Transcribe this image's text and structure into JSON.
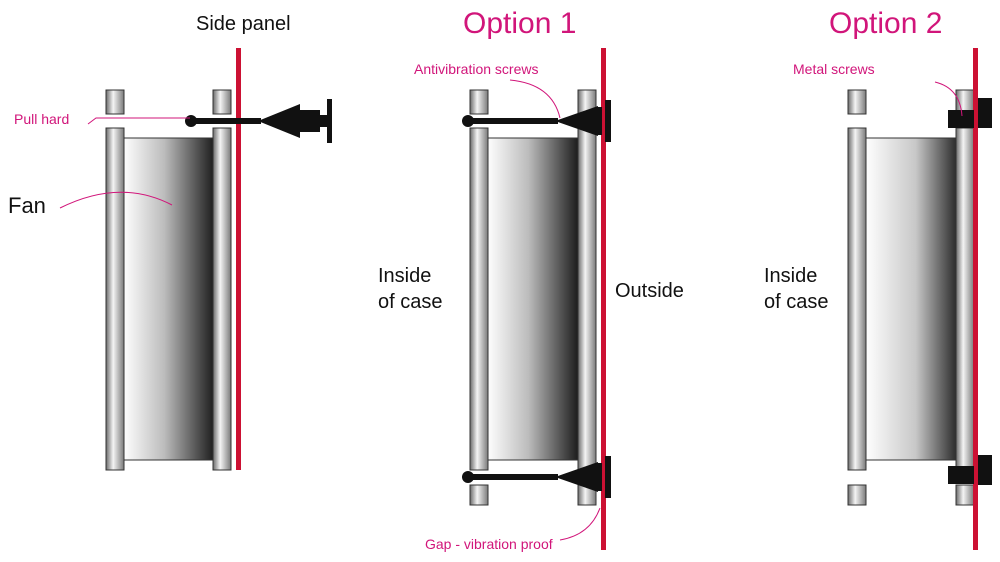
{
  "colors": {
    "accent": "#d1157a",
    "panel": "#cc1133",
    "ink": "#111111"
  },
  "labels": {
    "side_panel": "Side panel",
    "pull_hard": "Pull hard",
    "fan": "Fan",
    "option1_title": "Option 1",
    "antivibration_screws": "Antivibration screws",
    "inside_of_case_1_line1": "Inside",
    "inside_of_case_1_line2": "of case",
    "outside": "Outside",
    "gap_vibration_proof": "Gap - vibration proof",
    "option2_title": "Option 2",
    "metal_screws": "Metal screws",
    "inside_of_case_2_line1": "Inside",
    "inside_of_case_2_line2": "of case"
  }
}
